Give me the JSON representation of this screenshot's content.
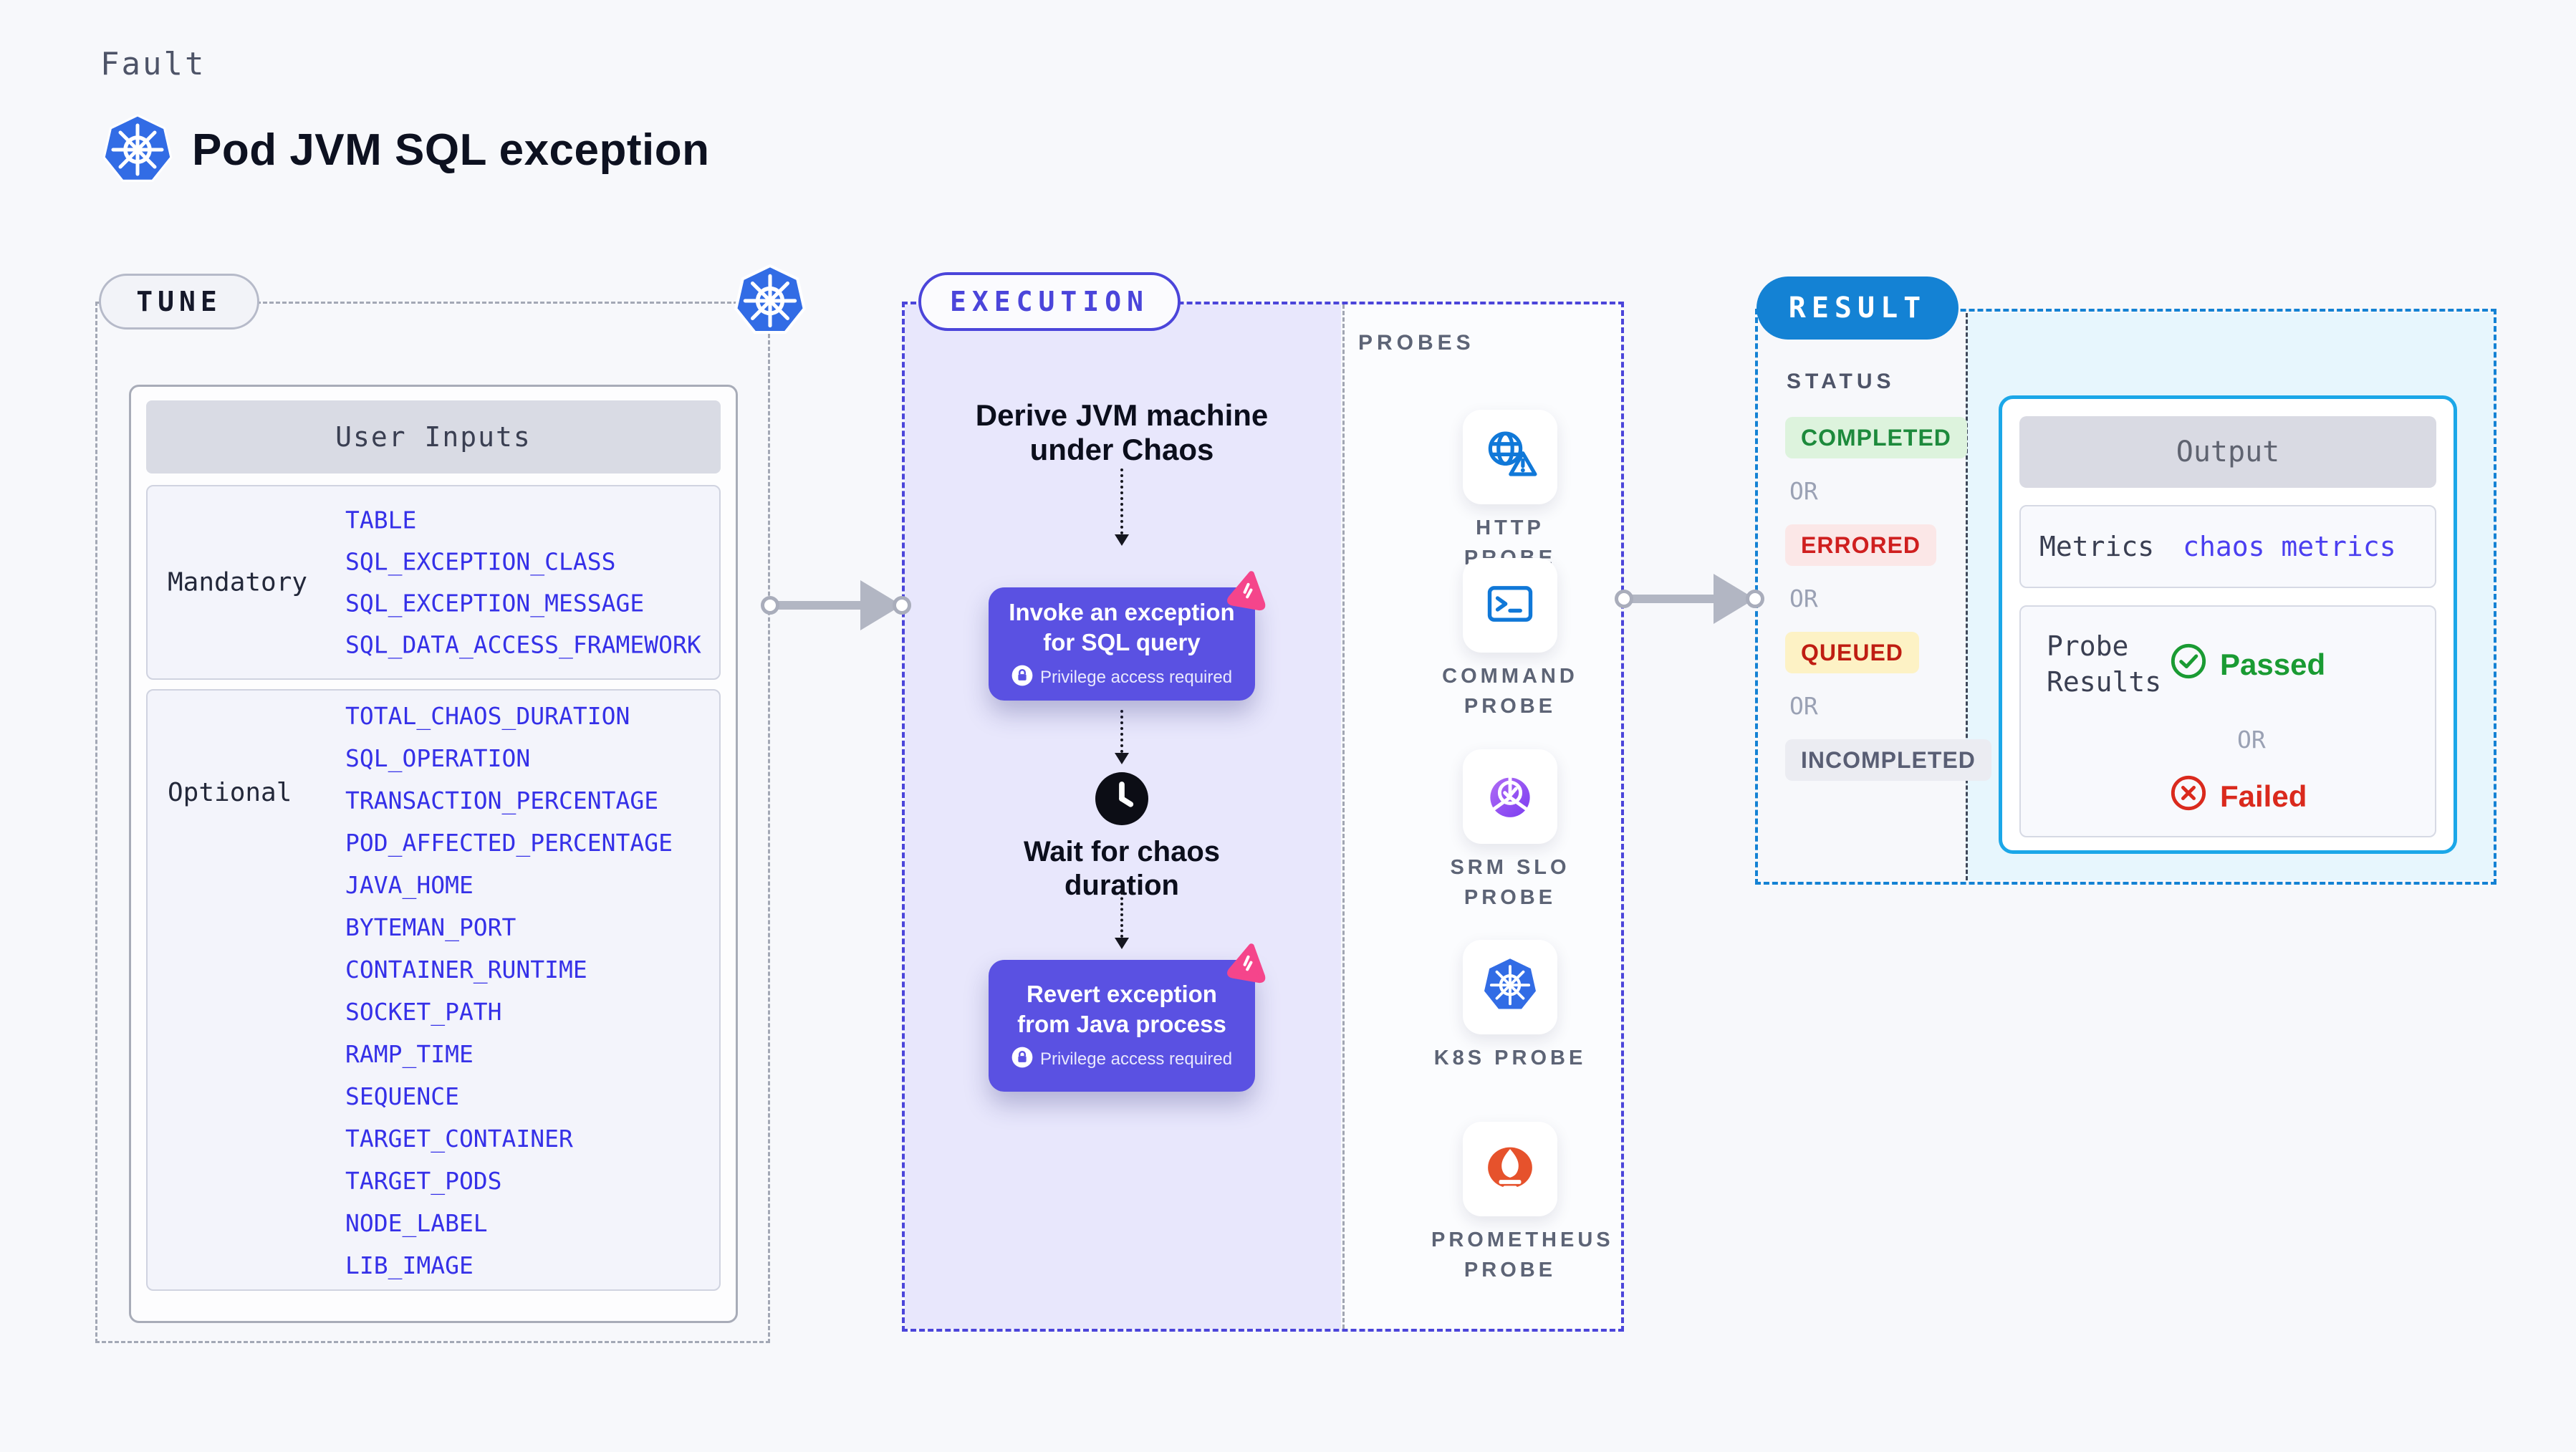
{
  "header": {
    "kicker": "Fault",
    "title": "Pod JVM SQL exception"
  },
  "tune": {
    "badge": "TUNE",
    "table_title": "User Inputs",
    "mandatory_label": "Mandatory",
    "mandatory_items": [
      "TABLE",
      "SQL_EXCEPTION_CLASS",
      "SQL_EXCEPTION_MESSAGE",
      "SQL_DATA_ACCESS_FRAMEWORK"
    ],
    "optional_label": "Optional",
    "optional_items": [
      "TOTAL_CHAOS_DURATION",
      "SQL_OPERATION",
      "TRANSACTION_PERCENTAGE",
      "POD_AFFECTED_PERCENTAGE",
      "JAVA_HOME",
      "BYTEMAN_PORT",
      "CONTAINER_RUNTIME",
      "SOCKET_PATH",
      "RAMP_TIME",
      "SEQUENCE",
      "TARGET_CONTAINER",
      "TARGET_PODS",
      "NODE_LABEL",
      "LIB_IMAGE"
    ]
  },
  "execution": {
    "badge": "EXECUTION",
    "derive_step": "Derive JVM machine under Chaos",
    "invoke_action": "Invoke an exception for SQL query",
    "wait_step": "Wait for chaos duration",
    "revert_action": "Revert exception from Java process",
    "privilege_note": "Privilege access required"
  },
  "probes": {
    "title": "PROBES",
    "items": [
      {
        "label": "HTTP PROBE",
        "icon": "http-probe-icon"
      },
      {
        "label": "COMMAND PROBE",
        "icon": "command-probe-icon"
      },
      {
        "label": "SRM SLO PROBE",
        "icon": "srm-slo-probe-icon"
      },
      {
        "label": "K8S PROBE",
        "icon": "k8s-probe-icon"
      },
      {
        "label": "PROMETHEUS PROBE",
        "icon": "prometheus-probe-icon"
      }
    ]
  },
  "result": {
    "badge": "RESULT",
    "status_title": "STATUS",
    "or_label": "OR",
    "statuses": [
      {
        "label": "COMPLETED",
        "text_color": "#1d8a3c",
        "bg_color": "#ddf3dd"
      },
      {
        "label": "ERRORED",
        "text_color": "#cf1f1f",
        "bg_color": "#fbe7e7"
      },
      {
        "label": "QUEUED",
        "text_color": "#bf1d12",
        "bg_color": "#fdf2c5"
      },
      {
        "label": "INCOMPLETED",
        "text_color": "#595e74",
        "bg_color": "#ebecf2"
      }
    ],
    "output": {
      "title": "Output",
      "metrics_label": "Metrics",
      "metrics_value": "chaos metrics",
      "probe_results_label": "Probe Results",
      "passed_label": "Passed",
      "failed_label": "Failed"
    }
  },
  "colors": {
    "page_bg": "#f7f8fb",
    "kubernetes_blue": "#326ce5",
    "execution_indigo": "#4b45da",
    "execution_fill": "#e8e7fc",
    "action_purple": "#5a51e2",
    "litmus_pink": "#f5458b",
    "result_blue": "#1482d4",
    "output_cyan_border": "#1ba7e8",
    "output_panel_bg": "#e7f6fd",
    "input_item_blue": "#3530e8",
    "passed_green": "#1a9b33",
    "failed_red": "#da2a1d",
    "probe_icon_blue": "#1078d8",
    "prometheus_orange": "#e6522c"
  }
}
